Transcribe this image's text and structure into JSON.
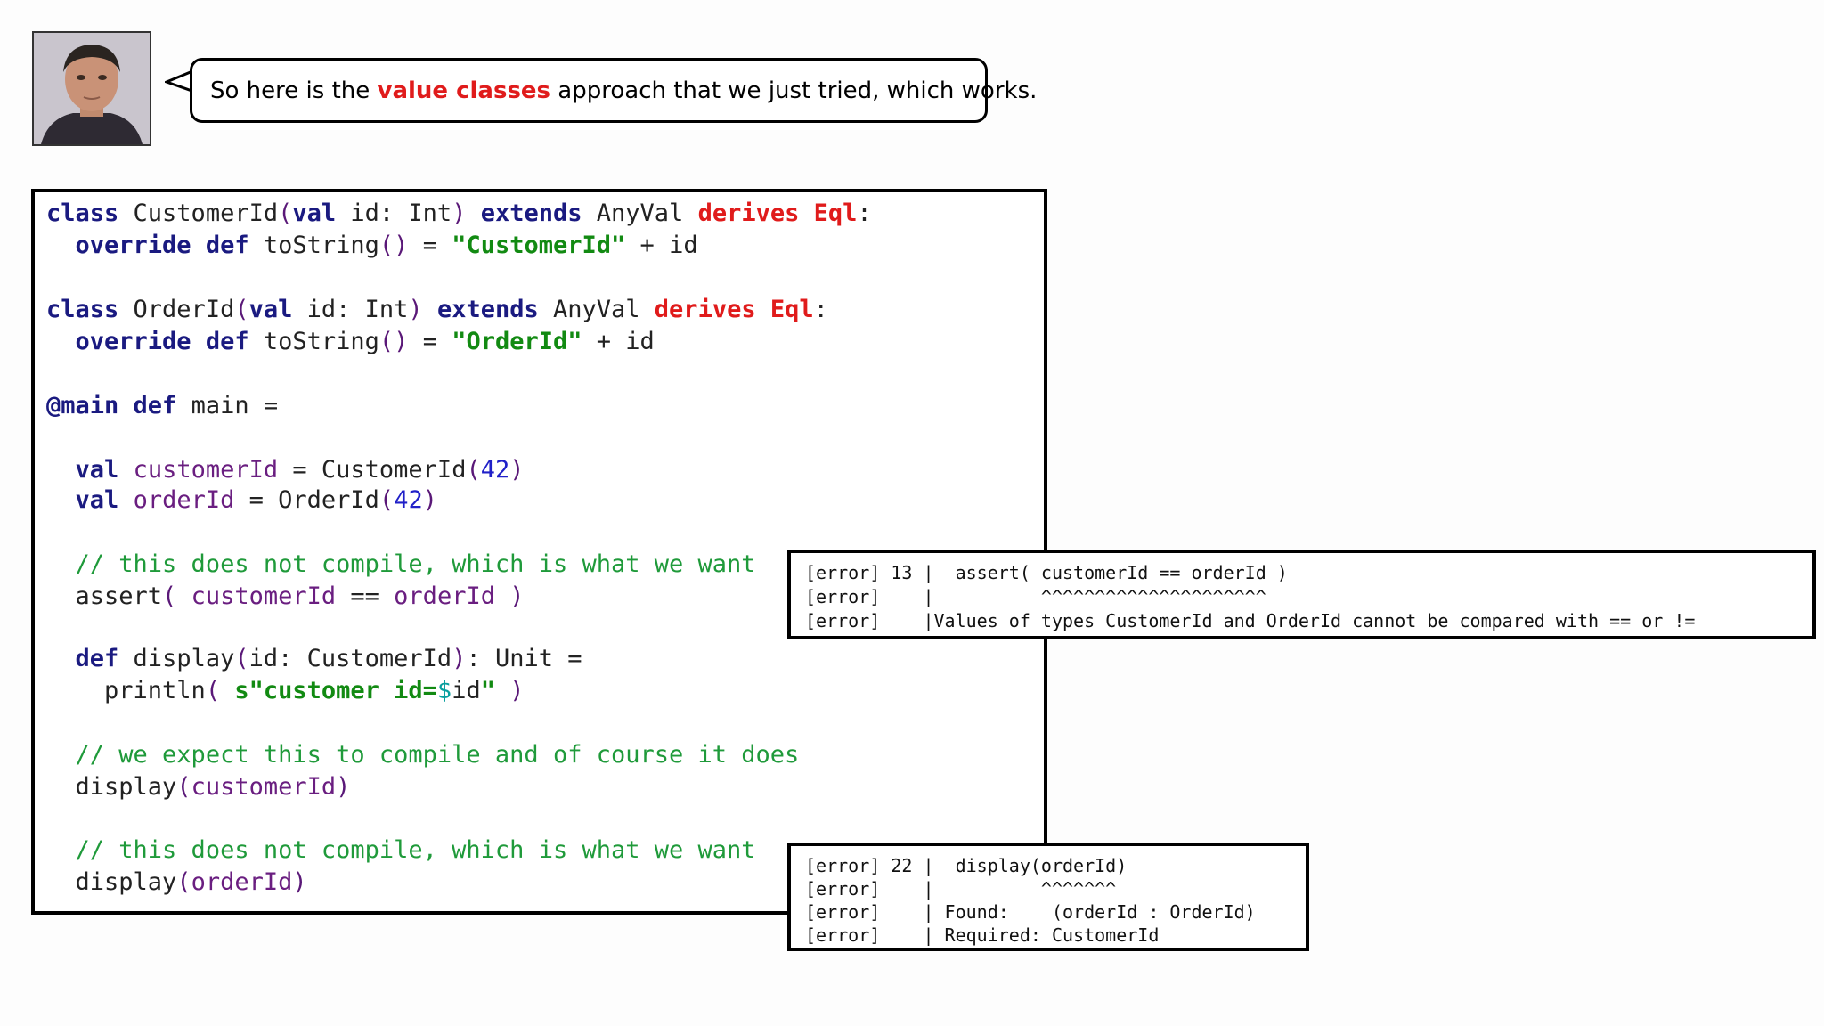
{
  "speech": {
    "prefix": "So here is the ",
    "highlight": "value classes",
    "suffix": " approach that we just tried, which works."
  },
  "code": {
    "line1": {
      "kw1": "class",
      "t1": " CustomerId",
      "p1": "(",
      "kw2": "val",
      "t2": " id: Int",
      "p2": ")",
      "t3": " ",
      "kw3": "extends",
      "t4": " AnyVal ",
      "d1": "derives",
      "t5": " ",
      "d2": "Eql",
      "t6": ":"
    },
    "line2": {
      "t0": "  ",
      "kw1": "override",
      "t1": " ",
      "kw2": "def",
      "t2": " toString",
      "p1": "()",
      "t3": " = ",
      "s1": "\"CustomerId\"",
      "t4": " + id"
    },
    "line3": {
      "kw1": "class",
      "t1": " OrderId",
      "p1": "(",
      "kw2": "val",
      "t2": " id: Int",
      "p2": ")",
      "t3": " ",
      "kw3": "extends",
      "t4": " AnyVal ",
      "d1": "derives",
      "t5": " ",
      "d2": "Eql",
      "t6": ":"
    },
    "line4": {
      "t0": "  ",
      "kw1": "override",
      "t1": " ",
      "kw2": "def",
      "t2": " toString",
      "p1": "()",
      "t3": " = ",
      "s1": "\"OrderId\"",
      "t4": " + id"
    },
    "line5": {
      "kw1": "@main",
      "t1": " ",
      "kw2": "def",
      "t2": " main ="
    },
    "line6": {
      "t0": "  ",
      "kw1": "val",
      "t1": " ",
      "v1": "customerId",
      "t2": " = CustomerId",
      "p1": "(",
      "n1": "42",
      "p2": ")"
    },
    "line7": {
      "t0": "  ",
      "kw1": "val",
      "t1": " ",
      "v1": "orderId",
      "t2": " = OrderId",
      "p1": "(",
      "n1": "42",
      "p2": ")"
    },
    "line8": {
      "t0": "  ",
      "c1": "// this does not compile, which is what we want"
    },
    "line9": {
      "t0": "  assert",
      "p1": "(",
      "t1": " ",
      "v1": "customerId",
      "t2": " == ",
      "v2": "orderId",
      "t3": " ",
      "p2": ")"
    },
    "line10": {
      "t0": "  ",
      "kw1": "def",
      "t1": " display",
      "p1": "(",
      "t2": "id: CustomerId",
      "p2": ")",
      "t3": ": Unit ="
    },
    "line11": {
      "t0": "    println",
      "p1": "(",
      "t1": " ",
      "s1": "s\"customer id=",
      "tm": "$",
      "t2": "id",
      "s2": "\"",
      "t3": " ",
      "p2": ")"
    },
    "line12": {
      "t0": "  ",
      "c1": "// we expect this to compile and of course it does"
    },
    "line13": {
      "t0": "  display",
      "p1": "(",
      "v1": "customerId",
      "p2": ")"
    },
    "line14": {
      "t0": "  ",
      "c1": "// this does not compile, which is what we want"
    },
    "line15": {
      "t0": "  display",
      "p1": "(",
      "v1": "orderId",
      "p2": ")"
    }
  },
  "errors": {
    "first": [
      "[error] 13 |  assert( customerId == orderId )",
      "[error]    |          ^^^^^^^^^^^^^^^^^^^^^",
      "[error]    |Values of types CustomerId and OrderId cannot be compared with == or !="
    ],
    "second": [
      "[error] 22 |  display(orderId)",
      "[error]    |          ^^^^^^^",
      "[error]    | Found:    (orderId : OrderId)",
      "[error]    | Required: CustomerId"
    ]
  },
  "colors": {
    "keyword": "#1a1a80",
    "derives": "#e01b1b",
    "string": "#128a12",
    "number": "#2020c8",
    "variable": "#6a1e80",
    "comment": "#1f9a3a",
    "template": "#0a9f9f",
    "highlight": "#e01b1b"
  },
  "icons": {
    "avatar": "presenter-avatar",
    "tail": "speech-bubble-tail"
  }
}
